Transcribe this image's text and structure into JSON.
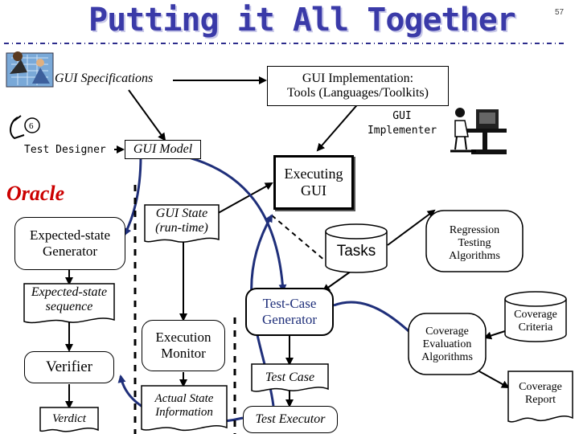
{
  "title": "Putting it All Together",
  "page_number": "57",
  "nodes": {
    "gui_specifications": "GUI Specifications",
    "gui_implementation_line1": "GUI Implementation:",
    "gui_implementation_line2": "Tools (Languages/Toolkits)",
    "gui_implementer_line1": "GUI",
    "gui_implementer_line2": "Implementer",
    "test_designer": "Test Designer",
    "gui_model": "GUI Model",
    "executing_gui_line1": "Executing",
    "executing_gui_line2": "GUI",
    "oracle": "Oracle",
    "expected_state_generator_line1": "Expected-state",
    "expected_state_generator_line2": "Generator",
    "gui_state_line1": "GUI State",
    "gui_state_line2": "(run-time)",
    "tasks": "Tasks",
    "regression_line1": "Regression",
    "regression_line2": "Testing",
    "regression_line3": "Algorithms",
    "expected_state_sequence_line1": "Expected-state",
    "expected_state_sequence_line2": "sequence",
    "test_case_generator_line1": "Test-Case",
    "test_case_generator_line2": "Generator",
    "coverage_criteria_line1": "Coverage",
    "coverage_criteria_line2": "Criteria",
    "execution_monitor_line1": "Execution",
    "execution_monitor_line2": "Monitor",
    "coverage_evaluation_line1": "Coverage",
    "coverage_evaluation_line2": "Evaluation",
    "coverage_evaluation_line3": "Algorithms",
    "verifier": "Verifier",
    "test_case": "Test Case",
    "coverage_report_line1": "Coverage",
    "coverage_report_line2": "Report",
    "verdict": "Verdict",
    "actual_state_line1": "Actual State",
    "actual_state_line2": "Information",
    "test_executor": "Test Executor"
  },
  "colors": {
    "title": "#3a3aa8",
    "oracle": "#cc0000",
    "dotted_line": "#2c2c8c",
    "curve_blue": "#1f2f7a"
  }
}
